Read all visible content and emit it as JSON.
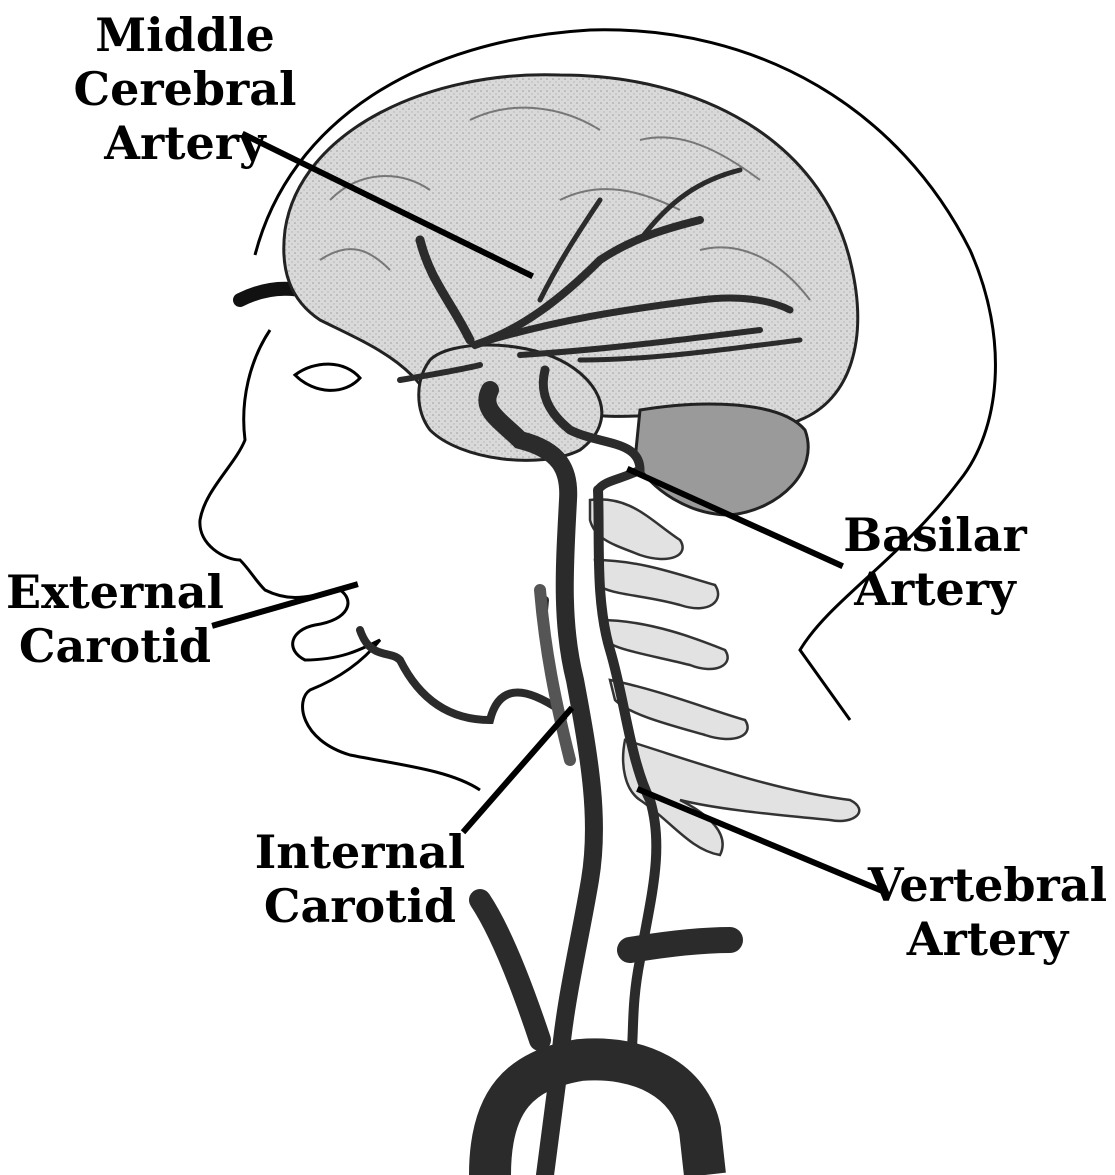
{
  "labels": {
    "middle_cerebral": [
      "Middle",
      "Cerebral",
      "Artery"
    ],
    "external_carotid": [
      "External",
      "Carotid"
    ],
    "basilar": [
      "Basilar",
      "Artery"
    ],
    "internal_carotid": [
      "Internal",
      "Carotid"
    ],
    "vertebral": [
      "Vertebral",
      "Artery"
    ]
  },
  "colors": {
    "ink": "#000000",
    "brain_fill": "#d6d6d6",
    "cerebellum_fill": "#9a9a9a",
    "vertebra_fill": "#e2e2e2",
    "artery": "#2b2b2b"
  }
}
